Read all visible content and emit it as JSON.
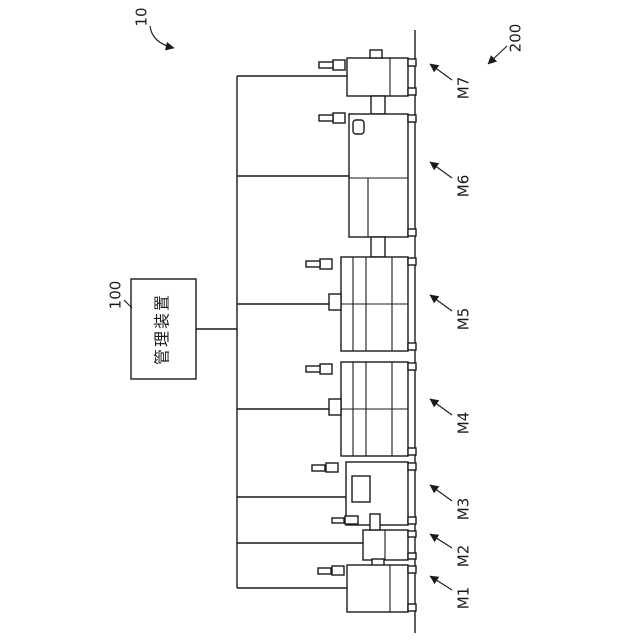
{
  "figure": {
    "number_label": "10",
    "production_line_label": "200",
    "manager": {
      "ref_label": "100",
      "name": "管理装置"
    },
    "machines": [
      {
        "id": "M1"
      },
      {
        "id": "M2"
      },
      {
        "id": "M3"
      },
      {
        "id": "M4"
      },
      {
        "id": "M5"
      },
      {
        "id": "M6"
      },
      {
        "id": "M7"
      }
    ]
  },
  "colors": {
    "line": "#1a1a1a",
    "background": "#ffffff"
  }
}
